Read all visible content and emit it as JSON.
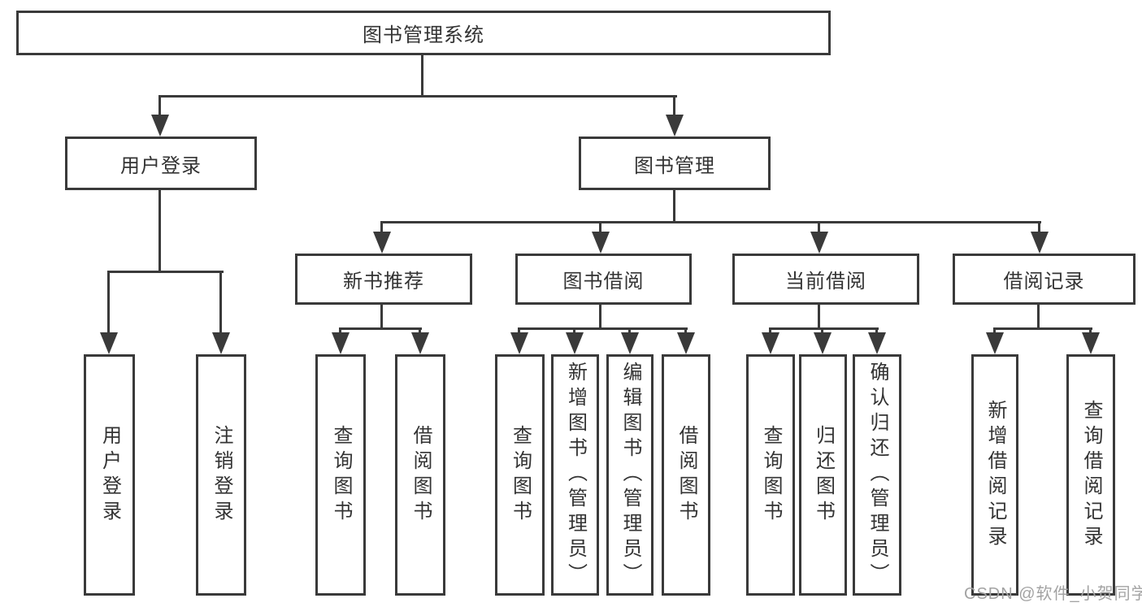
{
  "tree": {
    "root": "图书管理系统",
    "level2": [
      "用户登录",
      "图书管理"
    ],
    "level3": [
      "新书推荐",
      "图书借阅",
      "当前借阅",
      "借阅记录"
    ],
    "leaves": {
      "login": [
        "用户登录",
        "注销登录"
      ],
      "recommend": [
        "查询图书",
        "借阅图书"
      ],
      "borrow": [
        "查询图书",
        "新增图书（管理员）",
        "编辑图书（管理员）",
        "借阅图书"
      ],
      "current": [
        "查询图书",
        "归还图书",
        "确认归还（管理员）"
      ],
      "records": [
        "新增借阅记录",
        "查询借阅记录"
      ]
    }
  },
  "watermark": {
    "text": "CSDN @软件_小贺同学"
  },
  "colors": {
    "line": "#3a3a3a",
    "text": "#333333",
    "watermark": "#a3a3a3",
    "background": "#ffffff"
  }
}
